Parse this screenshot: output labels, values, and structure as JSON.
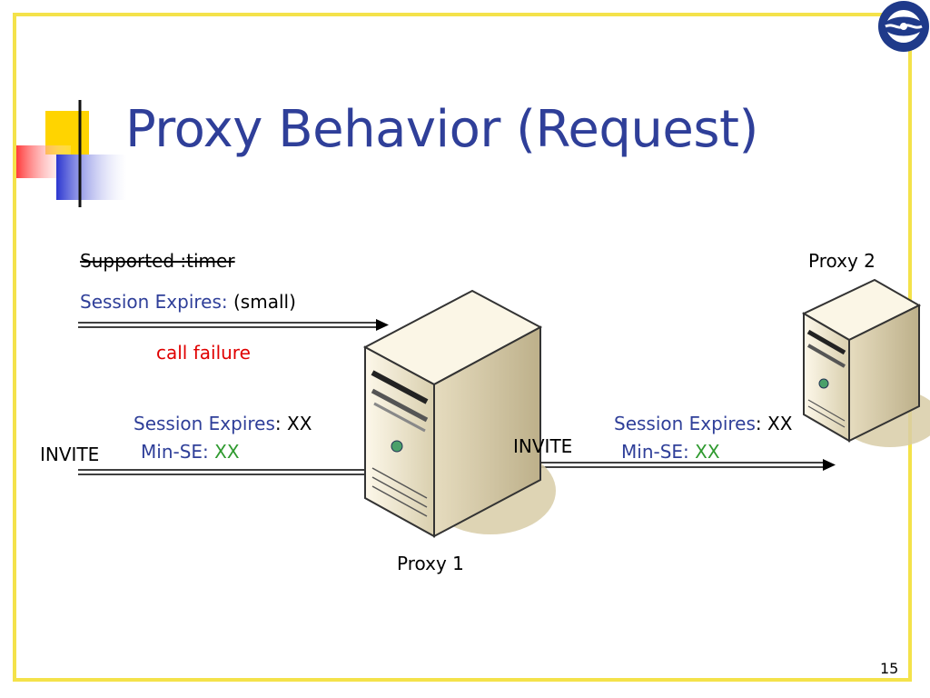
{
  "slide": {
    "title": "Proxy Behavior (Request)",
    "page_number": "15"
  },
  "left_top": {
    "supported": "Supported :timer",
    "session_expires_label": "Session Expires:",
    "session_expires_value": " (small)",
    "call_failure": "call failure"
  },
  "left_bottom": {
    "invite": "INVITE",
    "session_expires_label": "Session Expires",
    "session_expires_value": ": XX",
    "min_se_label": "Min-SE: ",
    "min_se_value": "XX"
  },
  "right": {
    "invite": "INVITE",
    "session_expires_label": "Session Expires",
    "session_expires_value": ": XX",
    "min_se_label": "Min-SE: ",
    "min_se_value": "XX"
  },
  "servers": {
    "proxy1": "Proxy 1",
    "proxy2": "Proxy 2"
  },
  "colors": {
    "title": "#2f3f99",
    "frame": "#f4e24a",
    "failure": "#e00000",
    "value_green": "#2f9a2f"
  }
}
